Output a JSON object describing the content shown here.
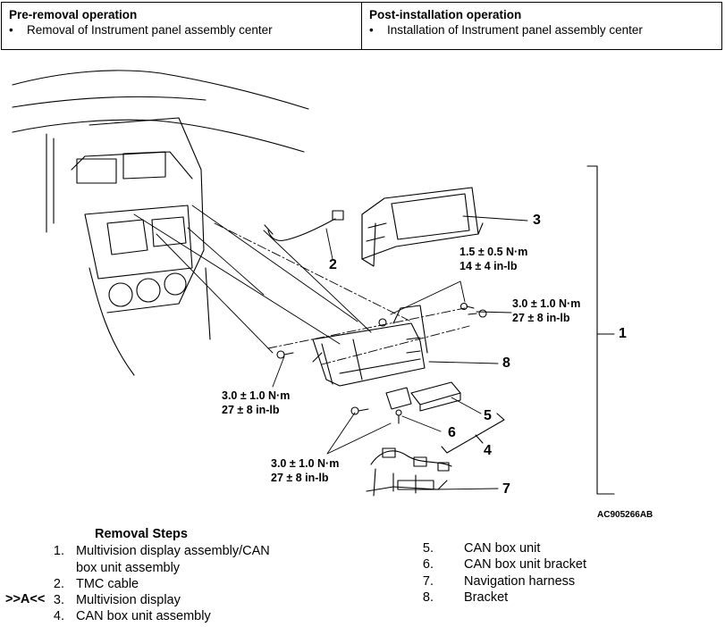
{
  "operations": {
    "pre": {
      "title": "Pre-removal operation",
      "item": "Removal of Instrument panel assembly center"
    },
    "post": {
      "title": "Post-installation operation",
      "item": "Installation of Instrument panel assembly center"
    }
  },
  "figure": {
    "torque_top": [
      "1.5 ± 0.5 N·m",
      "14 ± 4 in-lb"
    ],
    "torque_right": [
      "3.0 ± 1.0 N·m",
      "27 ± 8 in-lb"
    ],
    "torque_left": [
      "3.0 ± 1.0 N·m",
      "27 ± 8 in-lb"
    ],
    "torque_bottom": [
      "3.0 ± 1.0 N·m",
      "27 ± 8 in-lb"
    ],
    "callouts": [
      "1",
      "2",
      "3",
      "4",
      "5",
      "6",
      "7",
      "8"
    ],
    "figure_id": "AC905266AB"
  },
  "removal_steps": {
    "title": "Removal Steps",
    "marker": ">>A<<",
    "left": [
      {
        "num": "1.",
        "lines": [
          "Multivision display assembly/CAN",
          "box unit assembly"
        ]
      },
      {
        "num": "2.",
        "lines": [
          "TMC cable"
        ]
      },
      {
        "num": "3.",
        "lines": [
          "Multivision display"
        ]
      },
      {
        "num": "4.",
        "lines": [
          "CAN box unit assembly"
        ]
      }
    ],
    "right": [
      {
        "num": "5.",
        "text": "CAN box unit"
      },
      {
        "num": "6.",
        "text": "CAN box unit bracket"
      },
      {
        "num": "7.",
        "text": "Navigation harness"
      },
      {
        "num": "8.",
        "text": "Bracket"
      }
    ]
  }
}
